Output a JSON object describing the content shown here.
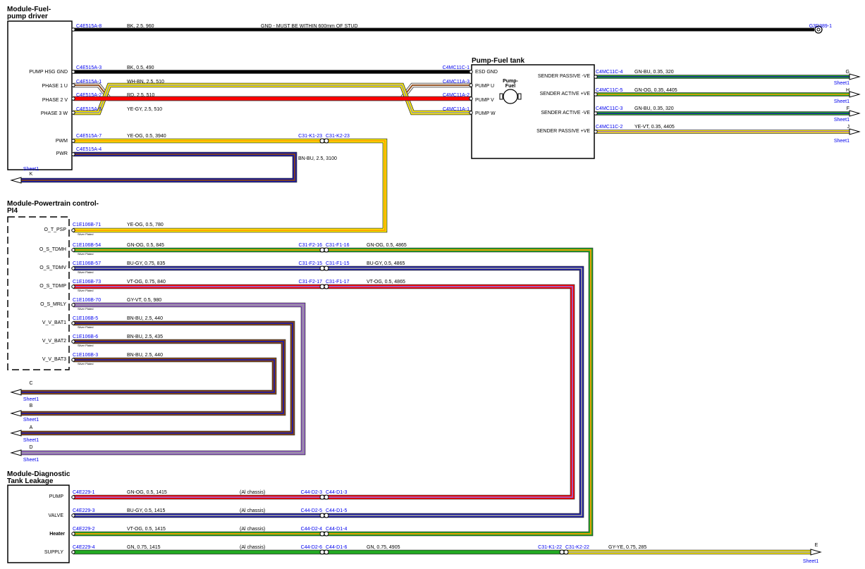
{
  "modules": {
    "fuel_pump_driver": {
      "title1": "Module-Fuel-",
      "title2": "pump driver",
      "pins": [
        "PUMP HSG GND",
        "PHASE 1 U",
        "PHASE 2 V",
        "PHASE 3 W",
        "PWM",
        "PWR"
      ]
    },
    "fuel_tank": {
      "title": "Pump-Fuel tank",
      "left_pins": [
        "ESD GND",
        "PUMP U",
        "PUMP V",
        "PUMP W"
      ],
      "right_pins": [
        "SENDER PASSIVE -VE",
        "SENDER ACTIVE +VE",
        "SENDER ACTIVE -VE",
        "SENDER PASSIVE +VE"
      ],
      "symbol_label1": "Pump-",
      "symbol_label2": "Fuel"
    },
    "powertrain": {
      "title1": "Module-Powertrain control-",
      "title2": "PI4",
      "pins": [
        "O_T_PSP",
        "O_S_TDMH",
        "O_S_TDMV",
        "O_S_TDMP",
        "O_S_MRLY",
        "V_V_BAT1",
        "V_V_BAT2",
        "V_V_BAT3"
      ],
      "pin_note": "Silver Plated"
    },
    "diagnostic": {
      "title1": "Module-Diagnostic",
      "title2": "Tank Leakage",
      "pins": [
        "PUMP",
        "VALVE",
        "Heater",
        "SUPPLY"
      ]
    }
  },
  "gnd": {
    "connector": "C4E515A-8",
    "spec": "BK,  2.5,  960",
    "note": "GND - MUST BE WITHIN 600mm OF STUD",
    "stud": "G3D389-1"
  },
  "pump_wires": [
    {
      "conn": "C4E515A-3",
      "spec": "BK,  0.5,  490",
      "to": "C4MC11C-1"
    },
    {
      "conn": "C4E515A-1",
      "spec": "WH-BN,  2.5,  510",
      "to": "C4MC11A-3"
    },
    {
      "conn": "C4E515A-2",
      "spec": "RD,  2.5,  510",
      "to": "C4MC11A-2"
    },
    {
      "conn": "C4E515A-5",
      "spec": "YE-GY,  2.5,  510",
      "to": "C4MC11A-1"
    }
  ],
  "pwm": {
    "conn": "C4E515A-7",
    "spec": "YE-OG,  0.5,  3940",
    "inline1": "C31-K1-23",
    "inline2": "C31-K2-23"
  },
  "pwr": {
    "conn": "C4E515A-4",
    "spec": "BN-BU,  2.5,  3100",
    "ref": "K",
    "sheet": "Sheet1"
  },
  "sender_wires": [
    {
      "conn": "C4MC11C-4",
      "spec": "GN-BU,  0.35,  320",
      "ref": "G",
      "sheet": "Sheet1"
    },
    {
      "conn": "C4MC11C-5",
      "spec": "GN-OG,  0.35,  4405",
      "ref": "H",
      "sheet": "Sheet1"
    },
    {
      "conn": "C4MC11C-3",
      "spec": "GN-BU,  0.35,  320",
      "ref": "F",
      "sheet": "Sheet1"
    },
    {
      "conn": "C4MC11C-2",
      "spec": "YE-VT,  0.35,  4405",
      "ref": "J",
      "sheet": "Sheet1"
    }
  ],
  "pcm_wires": [
    {
      "conn": "C1E106B-71",
      "spec": "YE-OG,  0.5,  780"
    },
    {
      "conn": "C1E106B-54",
      "spec": "GN-OG,  0.5,  845",
      "inline1": "C31-F2-16",
      "inline2": "C31-F1-16",
      "spec2": "GN-OG,  0.5,  4865"
    },
    {
      "conn": "C1E106B-57",
      "spec": "BU-GY,  0.75,  835",
      "inline1": "C31-F2-15",
      "inline2": "C31-F1-15",
      "spec2": "BU-GY,  0.5,  4865"
    },
    {
      "conn": "C1E106B-73",
      "spec": "VT-OG,  0.75,  840",
      "inline1": "C31-F2-17",
      "inline2": "C31-F1-17",
      "spec2": "VT-OG,  0.5,  4865"
    },
    {
      "conn": "C1E106B-70",
      "spec": "GY-VT,  0.5,  980"
    },
    {
      "conn": "C1E106B-5",
      "spec": "BN-BU,  2.5,  440"
    },
    {
      "conn": "C1E106B-6",
      "spec": "BN-BU,  2.5,  435"
    },
    {
      "conn": "C1E106B-3",
      "spec": "BN-BU,  2.5,  440"
    }
  ],
  "offsheet": [
    {
      "ref": "C",
      "sheet": "Sheet1"
    },
    {
      "ref": "B",
      "sheet": "Sheet1"
    },
    {
      "ref": "A",
      "sheet": "Sheet1"
    },
    {
      "ref": "D",
      "sheet": "Sheet1"
    }
  ],
  "diag_wires": [
    {
      "conn": "C4E229-1",
      "spec": "GN-OG,  0.5,  1415",
      "note": "(Al chassis)",
      "inline1": "C44-D2-3",
      "inline2": "C44-D1-3"
    },
    {
      "conn": "C4E229-3",
      "spec": "BU-GY,  0.5,  1415",
      "note": "(Al chassis)",
      "inline1": "C44-D2-5",
      "inline2": "C44-D1-5"
    },
    {
      "conn": "C4E229-2",
      "spec": "VT-OG,  0.5,  1415",
      "note": "(Al chassis)",
      "inline1": "C44-D2-4",
      "inline2": "C44-D1-4"
    },
    {
      "conn": "C4E229-4",
      "spec": "GN,  0.75,  1415",
      "note": "(Al chassis)",
      "inline1": "C44-D2-6",
      "inline2": "C44-D1-6",
      "spec2": "GN,  0.75,  4905",
      "inline3": "C31-K1-22",
      "inline4": "C31-K2-22",
      "spec3": "GY-YE,  0.75,  285",
      "ref": "E",
      "sheet": "Sheet1"
    }
  ],
  "colors": {
    "black": "#000000",
    "red": "#ff0000",
    "green": "#22aa22",
    "orange": "#ff9900",
    "blue": "#1a1aa6",
    "violet": "#9966cc",
    "yellow": "#ffee00",
    "brown": "#8b4513",
    "grey": "#999999",
    "link": "#0000ee"
  }
}
